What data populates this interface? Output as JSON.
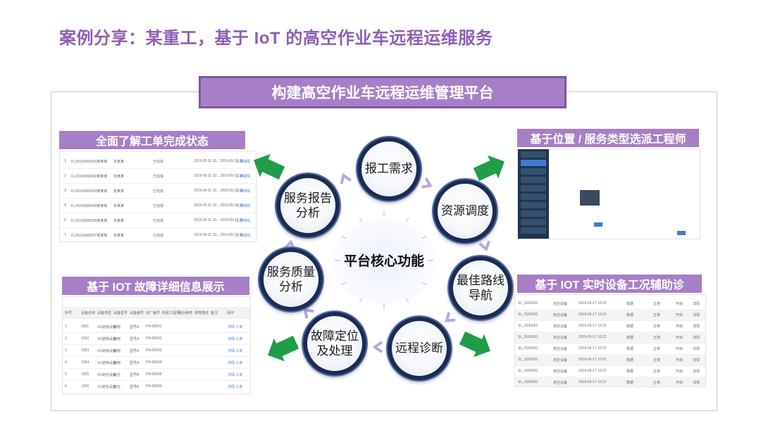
{
  "page_title": "案例分享：某重工，基于 IoT 的高空作业车远程运维服务",
  "banner": "构建高空作业车远程运维管理平台",
  "center_label": "平台核心功能",
  "nodes": [
    {
      "text": "报工需求"
    },
    {
      "text": "资源调度"
    },
    {
      "text": "最佳路线\n导航"
    },
    {
      "text": "远程诊断"
    },
    {
      "text": "故障定位\n及处理"
    },
    {
      "text": "服务质量\n分析"
    },
    {
      "text": "服务报告\n分析"
    }
  ],
  "panels": {
    "work_order": {
      "heading": "全面了解工单完成状态",
      "rows": [
        {
          "no": "1",
          "id": "FL20190000001某某某",
          "name": "张某某",
          "state": "已完成",
          "time": "2019-05-11 15:...2019-05-21 15:...",
          "link": "工单详情"
        },
        {
          "no": "2",
          "id": "FL20190000002某某某",
          "name": "张某某",
          "state": "已完成",
          "time": "2019-05-11 15:...2019-05-21 15:...",
          "link": "工单详情"
        },
        {
          "no": "3",
          "id": "FL20190000003某某某",
          "name": "张某某",
          "state": "已完成",
          "time": "2019-05-11 15:...2019-05-21 15:...",
          "link": "工单详情"
        },
        {
          "no": "4",
          "id": "FL20190000004某某某",
          "name": "张某某",
          "state": "已完成",
          "time": "2019-05-11 15:...2019-05-21 15:...",
          "link": "工单详情"
        },
        {
          "no": "5",
          "id": "FL20190000005某某某",
          "name": "张某某",
          "state": "已完成",
          "time": "2019-05-11 15:...2019-05-21 15:...",
          "link": "工单详情"
        },
        {
          "no": "7",
          "id": "FL20190000007某某某",
          "name": "张某某",
          "state": "已完成",
          "time": "2019-05-11 15:...2019-05-21 15:...",
          "link": "工单详情"
        }
      ]
    },
    "fault_detail": {
      "heading": "基于 IOT 故障详细信息展示",
      "columns": [
        "序号",
        "设备名称",
        "设备类型",
        "设备型号",
        "设备编号",
        "出厂编号",
        "所属工程师",
        "最后维修",
        "故障描述",
        "备注",
        "操作"
      ],
      "rows": [
        {
          "no": "1",
          "a": "1001",
          "b": "XX通用设备",
          "c": "通用",
          "d": "型号A",
          "e": "PN-00001",
          "op": "详情 工单"
        },
        {
          "no": "2",
          "a": "1002",
          "b": "XX通用设备",
          "c": "通用",
          "d": "型号A",
          "e": "PN-00002",
          "op": "详情 工单"
        },
        {
          "no": "3",
          "a": "1003",
          "b": "XX通用设备",
          "c": "通用",
          "d": "型号A",
          "e": "PN-00003",
          "op": "详情 工单"
        },
        {
          "no": "4",
          "a": "1004",
          "b": "XX通用设备",
          "c": "通用",
          "d": "型号A",
          "e": "PN-00004",
          "op": "详情 工单"
        },
        {
          "no": "5",
          "a": "1005",
          "b": "XX高空设备",
          "c": "高空",
          "d": "型号B",
          "e": "PN-00005",
          "op": "详情 工单"
        },
        {
          "no": "6",
          "a": "1006",
          "b": "XX高空设备",
          "c": "高空",
          "d": "型号B",
          "e": "PN-00006",
          "op": "详情 工单"
        }
      ]
    },
    "dispatch": {
      "heading": "基于位置 / 服务类型选派工程师"
    },
    "realtime": {
      "heading": "基于 IOT 实时设备工况辅助诊",
      "rows": [
        {
          "id": "SL_0100001",
          "type": "高空设备",
          "time": "2019-06-17 10:22",
          "a": "数据",
          "b": "正常",
          "c": "开启",
          "d": "详情"
        },
        {
          "id": "SL_0100001",
          "type": "高空设备",
          "time": "2019-06-17 10:22",
          "a": "数据",
          "b": "正常",
          "c": "开启",
          "d": "详情"
        },
        {
          "id": "SL_0100001",
          "type": "高空设备",
          "time": "2019-06-17 10:22",
          "a": "数据",
          "b": "正常",
          "c": "开启",
          "d": "详情"
        },
        {
          "id": "SL_0100001",
          "type": "高空设备",
          "time": "2019-06-17 10:22",
          "a": "数据",
          "b": "正常",
          "c": "开启",
          "d": "详情"
        },
        {
          "id": "SL_0100001",
          "type": "高空设备",
          "time": "2019-06-17 10:22",
          "a": "数据",
          "b": "正常",
          "c": "开启",
          "d": "详情"
        },
        {
          "id": "SL_0100001",
          "type": "高空设备",
          "time": "2019-06-17 10:22",
          "a": "数据",
          "b": "正常",
          "c": "开启",
          "d": "详情"
        },
        {
          "id": "SL_0100001",
          "type": "高空设备",
          "time": "2019-06-17 10:22",
          "a": "数据",
          "b": "正常",
          "c": "开启",
          "d": "详情"
        },
        {
          "id": "SL_0100001",
          "type": "高空设备",
          "time": "2019-06-17 10:22",
          "a": "数据",
          "b": "正常",
          "c": "开启",
          "d": "详情"
        }
      ]
    }
  },
  "colors": {
    "title": "#8e5fb4",
    "banner": "#a67fc6",
    "node_ring": "#1c2b52",
    "arrow": "#1f9d48"
  }
}
